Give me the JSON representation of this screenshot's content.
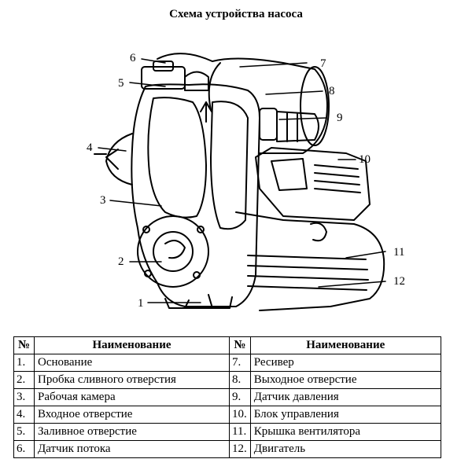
{
  "title": "Схема устройства насоса",
  "callouts": [
    "1",
    "2",
    "3",
    "4",
    "5",
    "6",
    "7",
    "8",
    "9",
    "10",
    "11",
    "12"
  ],
  "table": {
    "headers": [
      "№",
      "Наименование",
      "№",
      "Наименование"
    ],
    "rows": [
      {
        "n1": "1.",
        "name1": "Основание",
        "n2": "7.",
        "name2": "Ресивер"
      },
      {
        "n1": "2.",
        "name1": "Пробка сливного отверстия",
        "n2": "8.",
        "name2": "Выходное отверстие"
      },
      {
        "n1": "3.",
        "name1": "Рабочая камера",
        "n2": "9.",
        "name2": "Датчик давления"
      },
      {
        "n1": "4.",
        "name1": "Входное отверстие",
        "n2": "10.",
        "name2": "Блок управления"
      },
      {
        "n1": "5.",
        "name1": "Заливное отверстие",
        "n2": "11.",
        "name2": "Крышка вентилятора"
      },
      {
        "n1": "6.",
        "name1": "Датчик потока",
        "n2": "12.",
        "name2": "Двигатель"
      }
    ]
  }
}
